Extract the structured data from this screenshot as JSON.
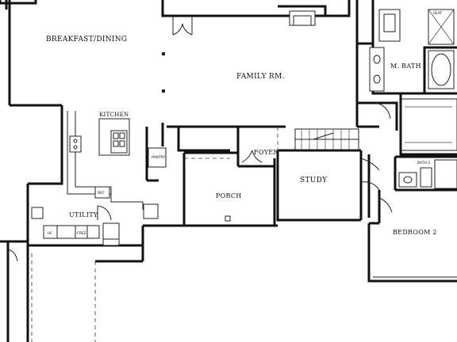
{
  "rooms": {
    "breakfast_dining": "BREAKFAST/DINING",
    "family_rm": "FAMILY RM.",
    "kitchen": "KITCHEN",
    "m_bath": "M. BATH",
    "foyer": "FOYER",
    "study": "STUDY",
    "porch": "PORCH",
    "utility": "UTILITY",
    "bedroom_2": "BEDROOM 2",
    "bath_2": "BATH 2",
    "pantry": "PANTRY"
  },
  "small_labels": {
    "seat": "SEAT",
    "frez": "FREZ",
    "ref": "REF",
    "uc": "UC"
  }
}
